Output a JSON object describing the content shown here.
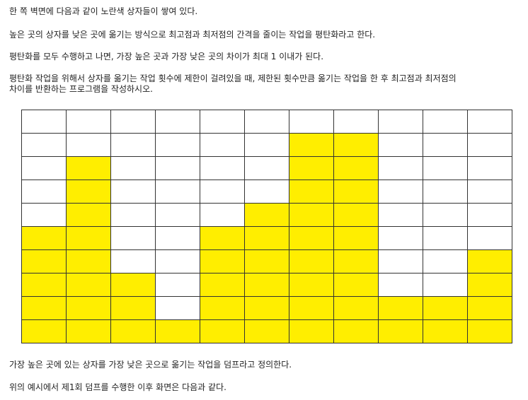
{
  "paragraphs": {
    "p1": "한 쪽 벽면에 다음과 같이 노란색 상자들이 쌓여 있다.",
    "p2": "높은 곳의 상자를 낮은 곳에 옮기는 방식으로 최고점과 최저점의 간격을 줄이는 작업을 평탄화라고 한다.",
    "p3": "평탄화를 모두 수행하고 나면, 가장 높은 곳과 가장 낮은 곳의 차이가 최대 1 이내가 된다.",
    "p4_line1": "평탄화 작업을 위해서 상자를 옮기는 작업 횟수에 제한이 걸려있을 때, 제한된 횟수만큼 옮기는 작업을 한 후 최고점과 최저점의",
    "p4_line2": "차이를 반환하는 프로그램을 작성하시오.",
    "p5": "가장 높은 곳에 있는 상자를 가장 낮은 곳으로 옮기는 작업을 덤프라고 정의한다.",
    "p6": "위의 예시에서 제1회 덤프를 수행한 이후 화면은 다음과 같다."
  },
  "box_grid": {
    "rows": 10,
    "column_heights": [
      5,
      8,
      3,
      1,
      5,
      6,
      9,
      9,
      2,
      2,
      4
    ],
    "fill_color": "#ffee00",
    "line_color": "#333333"
  }
}
